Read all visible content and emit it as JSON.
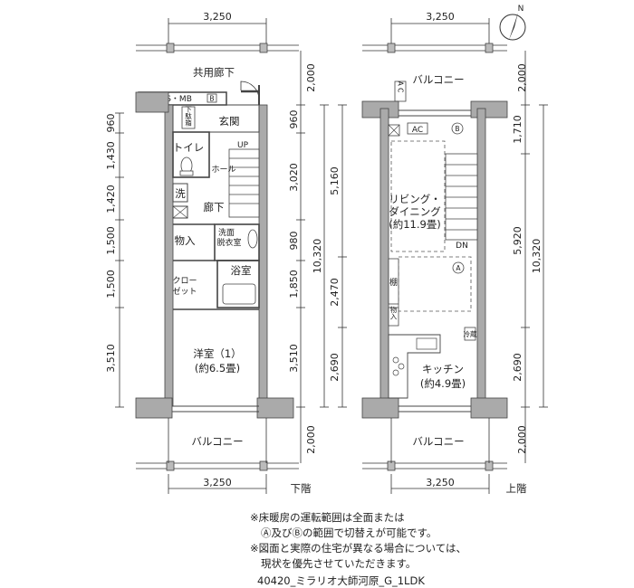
{
  "left_plan": {
    "top_width": "3,250",
    "bottom_width": "3,250",
    "floor_label": "下階",
    "rooms": {
      "corridor_shared": "共用廊下",
      "eps_mb": "EPS・MB",
      "b_mark": "B",
      "shoes": "下駄箱",
      "entrance": "玄関",
      "toilet": "トイレ",
      "up": "UP",
      "hall": "ホール",
      "wash": "洗",
      "hallway": "廊下",
      "closet1": "物入",
      "washroom_1": "洗面",
      "washroom_2": "脱衣室",
      "bath": "浴室",
      "closet2_1": "クロー",
      "closet2_2": "ゼット",
      "bedroom_1": "洋室（1）",
      "bedroom_2": "(約6.5畳)",
      "balcony": "バルコニー"
    },
    "left_dims": [
      "960",
      "1,430",
      "1,420",
      "1,500",
      "1,500",
      "3,510"
    ],
    "right_dims": [
      "2,000",
      "960",
      "3,020",
      "980",
      "1,850",
      "3,510",
      "2,000"
    ],
    "right_total": "10,320"
  },
  "right_plan": {
    "top_width": "3,250",
    "bottom_width": "3,250",
    "floor_label": "上階",
    "rooms": {
      "balcony_top": "バルコニー",
      "ac_vert": "A C",
      "ac": "AC",
      "b_circle": "B",
      "living_1": "リビング・",
      "living_2": "ダイニング",
      "living_3": "(約11.9畳)",
      "dn": "DN",
      "a_circle": "A",
      "shelf": "棚",
      "closet": "物入",
      "fridge": "冷蔵",
      "kitchen_1": "キッチン",
      "kitchen_2": "(約4.9畳)",
      "balcony_bottom": "バルコニー"
    },
    "left_dims": [
      "5,160",
      "2,470",
      "2,690"
    ],
    "right_dims": [
      "2,000",
      "1,710",
      "5,920",
      "2,690",
      "2,000"
    ],
    "right_total": "10,320"
  },
  "compass": "N",
  "notes": [
    "※床暖房の運転範囲は全面または",
    "Ⓐ及びⒷの範囲で切替えが可能です。",
    "※図面と実際の住宅が異なる場合については、",
    "現状を優先させていただきます。"
  ],
  "footer": "40420_ミラリオ大師河原_G_1LDK"
}
